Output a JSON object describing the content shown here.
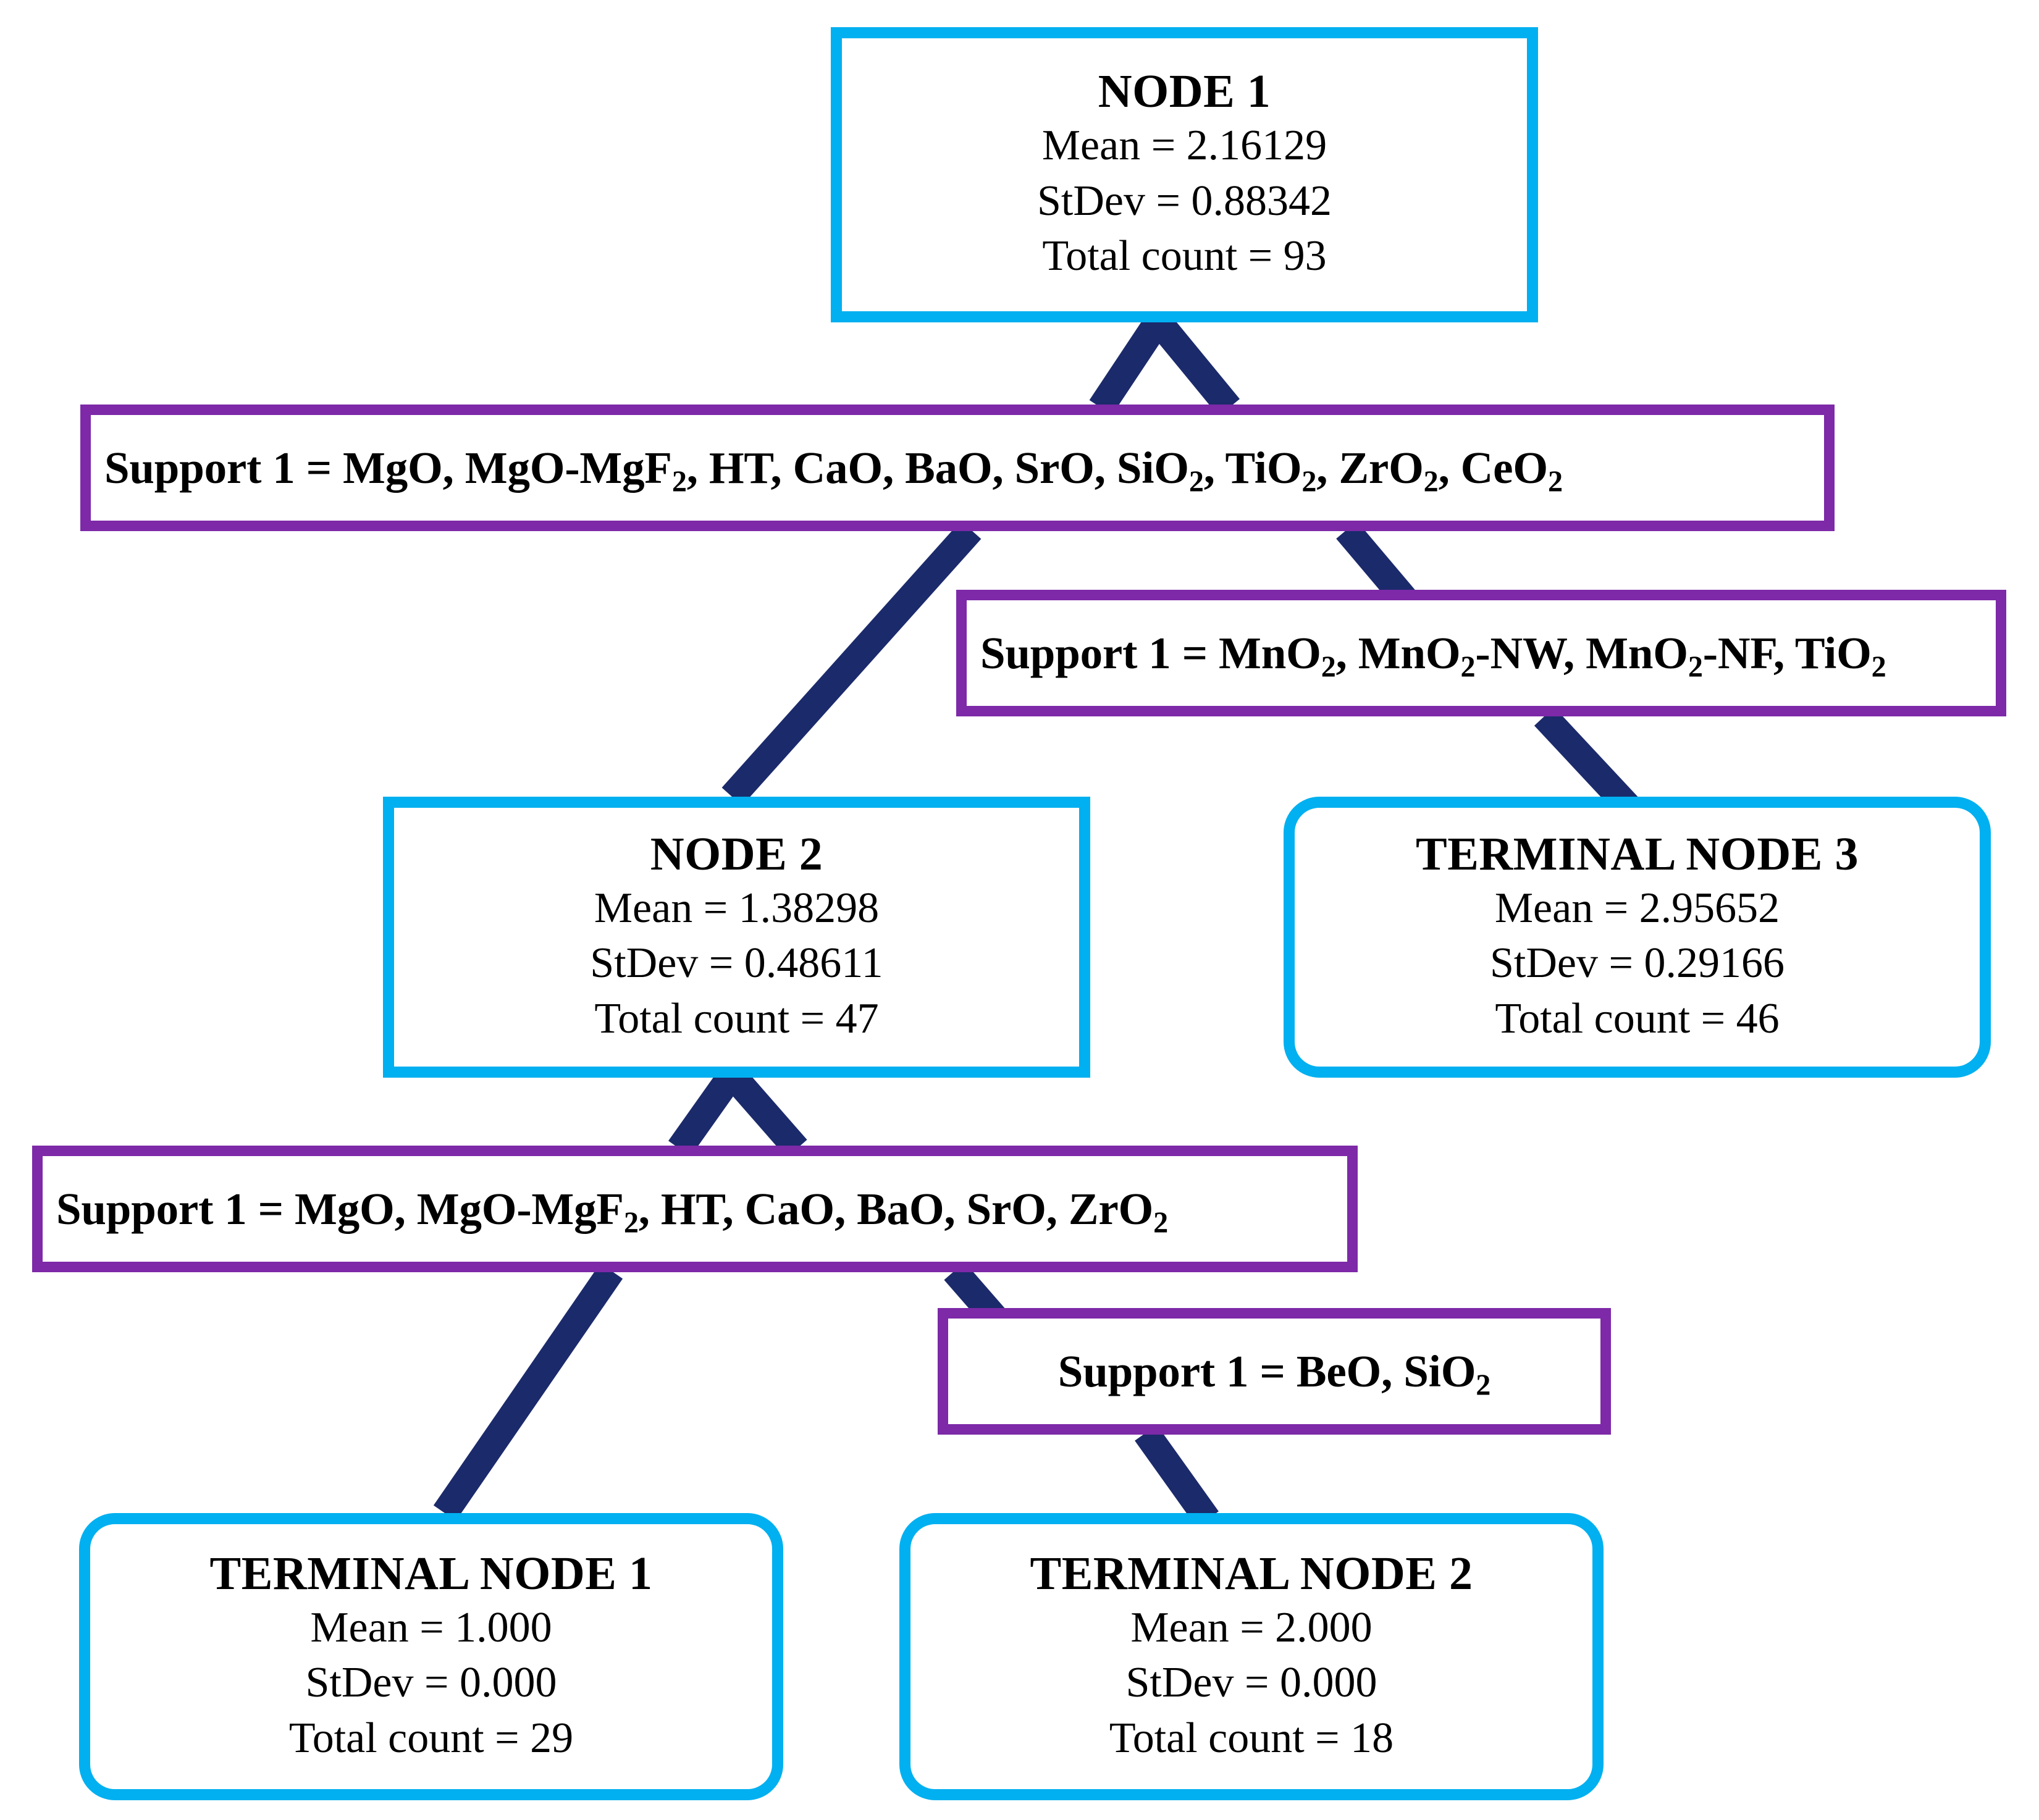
{
  "diagram": {
    "title": "CART regression tree",
    "colors": {
      "node_border": "#00b0f0",
      "split_border": "#7d29a8",
      "edge": "#1b2a6b",
      "background": "#ffffff",
      "text": "#000000"
    }
  },
  "nodes": {
    "node1": {
      "title": "NODE 1",
      "mean": "Mean = 2.16129",
      "stdev": "StDev = 0.88342",
      "count": "Total count = 93"
    },
    "node2": {
      "title": "NODE 2",
      "mean": "Mean = 1.38298",
      "stdev": "StDev = 0.48611",
      "count": "Total count = 47"
    },
    "terminal3": {
      "title": "TERMINAL NODE 3",
      "mean": "Mean = 2.95652",
      "stdev": "StDev = 0.29166",
      "count": "Total count = 46"
    },
    "terminal1": {
      "title": "TERMINAL NODE 1",
      "mean": "Mean = 1.000",
      "stdev": "StDev = 0.000",
      "count": "Total count = 29"
    },
    "terminal2": {
      "title": "TERMINAL NODE 2",
      "mean": "Mean = 2.000",
      "stdev": "StDev = 0.000",
      "count": "Total count = 18"
    }
  },
  "splits": {
    "split1": {
      "prefix": "Support 1 = ",
      "supports": "MgO, MgO-MgF2, HT, CaO, BaO, SrO, SiO2, TiO2, ZrO2, CeO2",
      "full_text": "Support 1 = MgO, MgO-MgF2, HT, CaO, BaO, SrO, SiO2, TiO2, ZrO2, CeO2"
    },
    "split2": {
      "prefix": "Support 1 = ",
      "supports": "MnO2, MnO2-NW, MnO2-NF, TiO2",
      "full_text": "Support 1 = MnO2, MnO2-NW, MnO2-NF, TiO2"
    },
    "split3": {
      "prefix": "Support 1 = ",
      "supports": "MgO, MgO-MgF2, HT, CaO, BaO, SrO, ZrO2",
      "full_text": "Support 1 = MgO, MgO-MgF2, HT, CaO, BaO, SrO, ZrO2"
    },
    "split4": {
      "prefix": "Support 1 = ",
      "supports": "BeO, SiO2",
      "full_text": "Support 1 = BeO, SiO2"
    }
  },
  "chart_data": {
    "type": "tree",
    "title": "Regression tree for support selection",
    "nodes": [
      {
        "id": "NODE 1",
        "kind": "internal",
        "mean": 2.16129,
        "stdev": 0.88342,
        "count": 93
      },
      {
        "id": "NODE 2",
        "kind": "internal",
        "mean": 1.38298,
        "stdev": 0.48611,
        "count": 47
      },
      {
        "id": "TERMINAL NODE 3",
        "kind": "terminal",
        "mean": 2.95652,
        "stdev": 0.29166,
        "count": 46
      },
      {
        "id": "TERMINAL NODE 1",
        "kind": "terminal",
        "mean": 1.0,
        "stdev": 0.0,
        "count": 29
      },
      {
        "id": "TERMINAL NODE 2",
        "kind": "terminal",
        "mean": 2.0,
        "stdev": 0.0,
        "count": 18
      }
    ],
    "splits": [
      {
        "parent": "NODE 1",
        "rule": "Support 1 = MgO, MgO-MgF2, HT, CaO, BaO, SrO, SiO2, TiO2, ZrO2, CeO2",
        "child": "NODE 2"
      },
      {
        "parent": "NODE 1",
        "rule": "Support 1 = MnO2, MnO2-NW, MnO2-NF, TiO2",
        "child": "TERMINAL NODE 3"
      },
      {
        "parent": "NODE 2",
        "rule": "Support 1 = MgO, MgO-MgF2, HT, CaO, BaO, SrO, ZrO2",
        "child": "TERMINAL NODE 1"
      },
      {
        "parent": "NODE 2",
        "rule": "Support 1 = BeO, SiO2",
        "child": "TERMINAL NODE 2"
      }
    ]
  }
}
